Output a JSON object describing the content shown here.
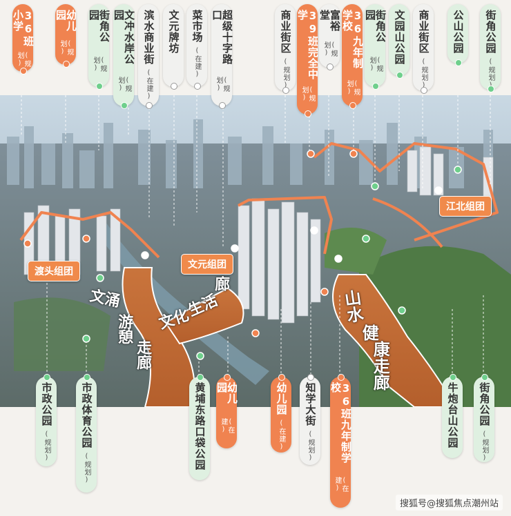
{
  "top_labels": [
    {
      "name": "36班小学",
      "status": "(规划)",
      "style": "orange"
    },
    {
      "name": "幼儿园",
      "status": "(规划)",
      "style": "orange"
    },
    {
      "name": "街角公园",
      "status": "(规划)",
      "style": "green"
    },
    {
      "name": "文冲水岸公园",
      "status": "(规划)",
      "style": "green"
    },
    {
      "name": "滨水商业街",
      "status": "(在建)",
      "style": "gray"
    },
    {
      "name": "文元牌坊",
      "status": "",
      "style": "gray"
    },
    {
      "name": "菜市场",
      "status": "(在建)",
      "style": "gray"
    },
    {
      "name": "超级十字路口",
      "status": "(规划)",
      "style": "gray"
    },
    {
      "name": "商业街区",
      "status": "(规划)",
      "style": "gray"
    },
    {
      "name": "39班完全中学",
      "status": "(规划)",
      "style": "orange"
    },
    {
      "name": "富裕堂",
      "status": "(规划)",
      "style": "gray"
    },
    {
      "name": "36九年制学校",
      "status": "(规划)",
      "style": "orange"
    },
    {
      "name": "街角公园",
      "status": "(规划)",
      "style": "green"
    },
    {
      "name": "文园山公园",
      "status": "",
      "style": "green"
    },
    {
      "name": "商业街区",
      "status": "(规划)",
      "style": "gray"
    },
    {
      "name": "公山公园",
      "status": "",
      "style": "green"
    },
    {
      "name": "街角公园",
      "status": "(规划)",
      "style": "green"
    }
  ],
  "bottom_labels": [
    {
      "name": "市政公园",
      "status": "(规划)",
      "style": "green"
    },
    {
      "name": "市政体育公园",
      "status": "(规划)",
      "style": "green"
    },
    {
      "name": "黄埔东路口袋公园",
      "status": "",
      "style": "green"
    },
    {
      "name": "幼儿园",
      "status": "(在建)",
      "style": "orange"
    },
    {
      "name": "幼儿园",
      "status": "(在建)",
      "style": "orange"
    },
    {
      "name": "知学大街",
      "status": "(规划)",
      "style": "gray"
    },
    {
      "name": "36班九年制学校",
      "status": "(在建)",
      "style": "orange"
    },
    {
      "name": "牛炮台山公园",
      "status": "",
      "style": "green"
    },
    {
      "name": "街角公园",
      "status": "(规划)",
      "style": "green"
    }
  ],
  "groups": [
    "渡头组团",
    "文元组团",
    "江北组团"
  ],
  "corridors": {
    "wenyong_a": "文涌",
    "wenyong_b": "游憩",
    "wenyong_c": "走廊",
    "culture_a": "文化",
    "culture_b": "生活",
    "culture_c": "廊",
    "shanshui_a": "山水",
    "shanshui_b": "健",
    "shanshui_c": "康走廊"
  },
  "watermark": "搜狐号@搜狐焦点潮州站",
  "colors": {
    "orange": "#f08350",
    "green_pill": "#dff0e1",
    "gray_pill": "#f1f1ef",
    "corridor": "#c8703a"
  }
}
